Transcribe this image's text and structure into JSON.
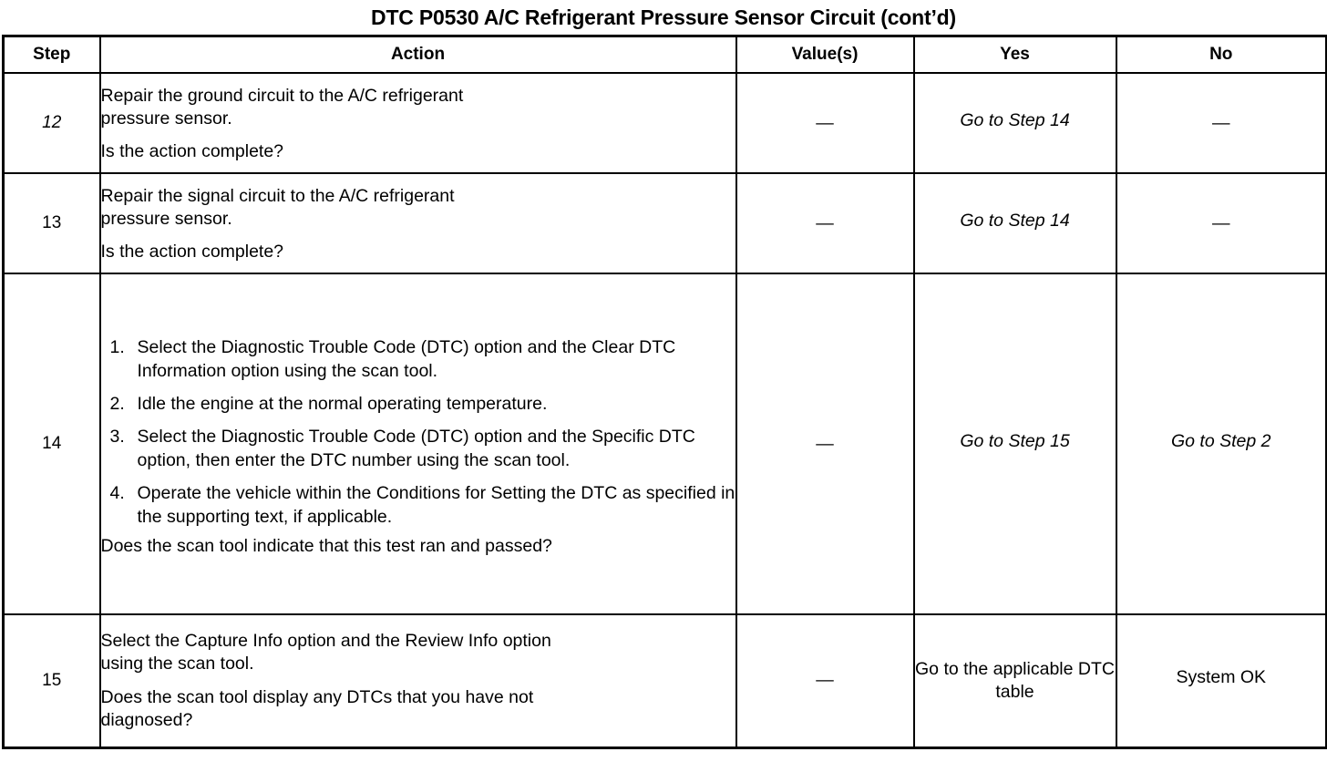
{
  "document": {
    "title": "DTC P0530 A/C Refrigerant Pressure Sensor Circuit (cont’d)"
  },
  "table": {
    "headers": {
      "step": "Step",
      "action": "Action",
      "value": "Value(s)",
      "yes": "Yes",
      "no": "No"
    },
    "rows": [
      {
        "step": "12",
        "step_italic": true,
        "action_lines": [
          "Repair the ground circuit to the A/C refrigerant",
          "pressure sensor.",
          "Is the action complete?"
        ],
        "value": "—",
        "yes": "Go to Step 14",
        "yes_italic": true,
        "no": "—",
        "no_italic": false
      },
      {
        "step": "13",
        "step_italic": false,
        "action_lines": [
          "Repair the signal circuit to the A/C refrigerant",
          "pressure sensor.",
          "Is the action complete?"
        ],
        "value": "—",
        "yes": "Go to Step 14",
        "yes_italic": true,
        "no": "—",
        "no_italic": false
      },
      {
        "step": "14",
        "step_italic": false,
        "list": [
          {
            "num": "1.",
            "text": "Select the Diagnostic Trouble Code (DTC) option and the Clear DTC Information option using the scan tool."
          },
          {
            "num": "2.",
            "text": "Idle the engine at the normal operating temperature."
          },
          {
            "num": "3.",
            "text": "Select the Diagnostic Trouble Code (DTC) option and the Specific DTC option, then enter the DTC number using the scan tool."
          },
          {
            "num": "4.",
            "text": "Operate the vehicle within the Conditions for Setting the DTC as specified in the supporting text, if applicable."
          }
        ],
        "question": "Does the scan tool indicate that this test ran and passed?",
        "value": "—",
        "yes": "Go to Step 15",
        "yes_italic": true,
        "no": "Go to Step 2",
        "no_italic": true
      },
      {
        "step": "15",
        "step_italic": false,
        "action_lines": [
          "Select the Capture Info option and the Review Info option",
          "using the scan tool.",
          "Does the scan tool display any DTCs that you have not",
          "diagnosed?"
        ],
        "value": "—",
        "yes": "Go to the applicable DTC table",
        "yes_italic": false,
        "no": "System OK",
        "no_italic": false
      }
    ]
  },
  "colors": {
    "ink": "#000000",
    "paper": "#ffffff"
  }
}
